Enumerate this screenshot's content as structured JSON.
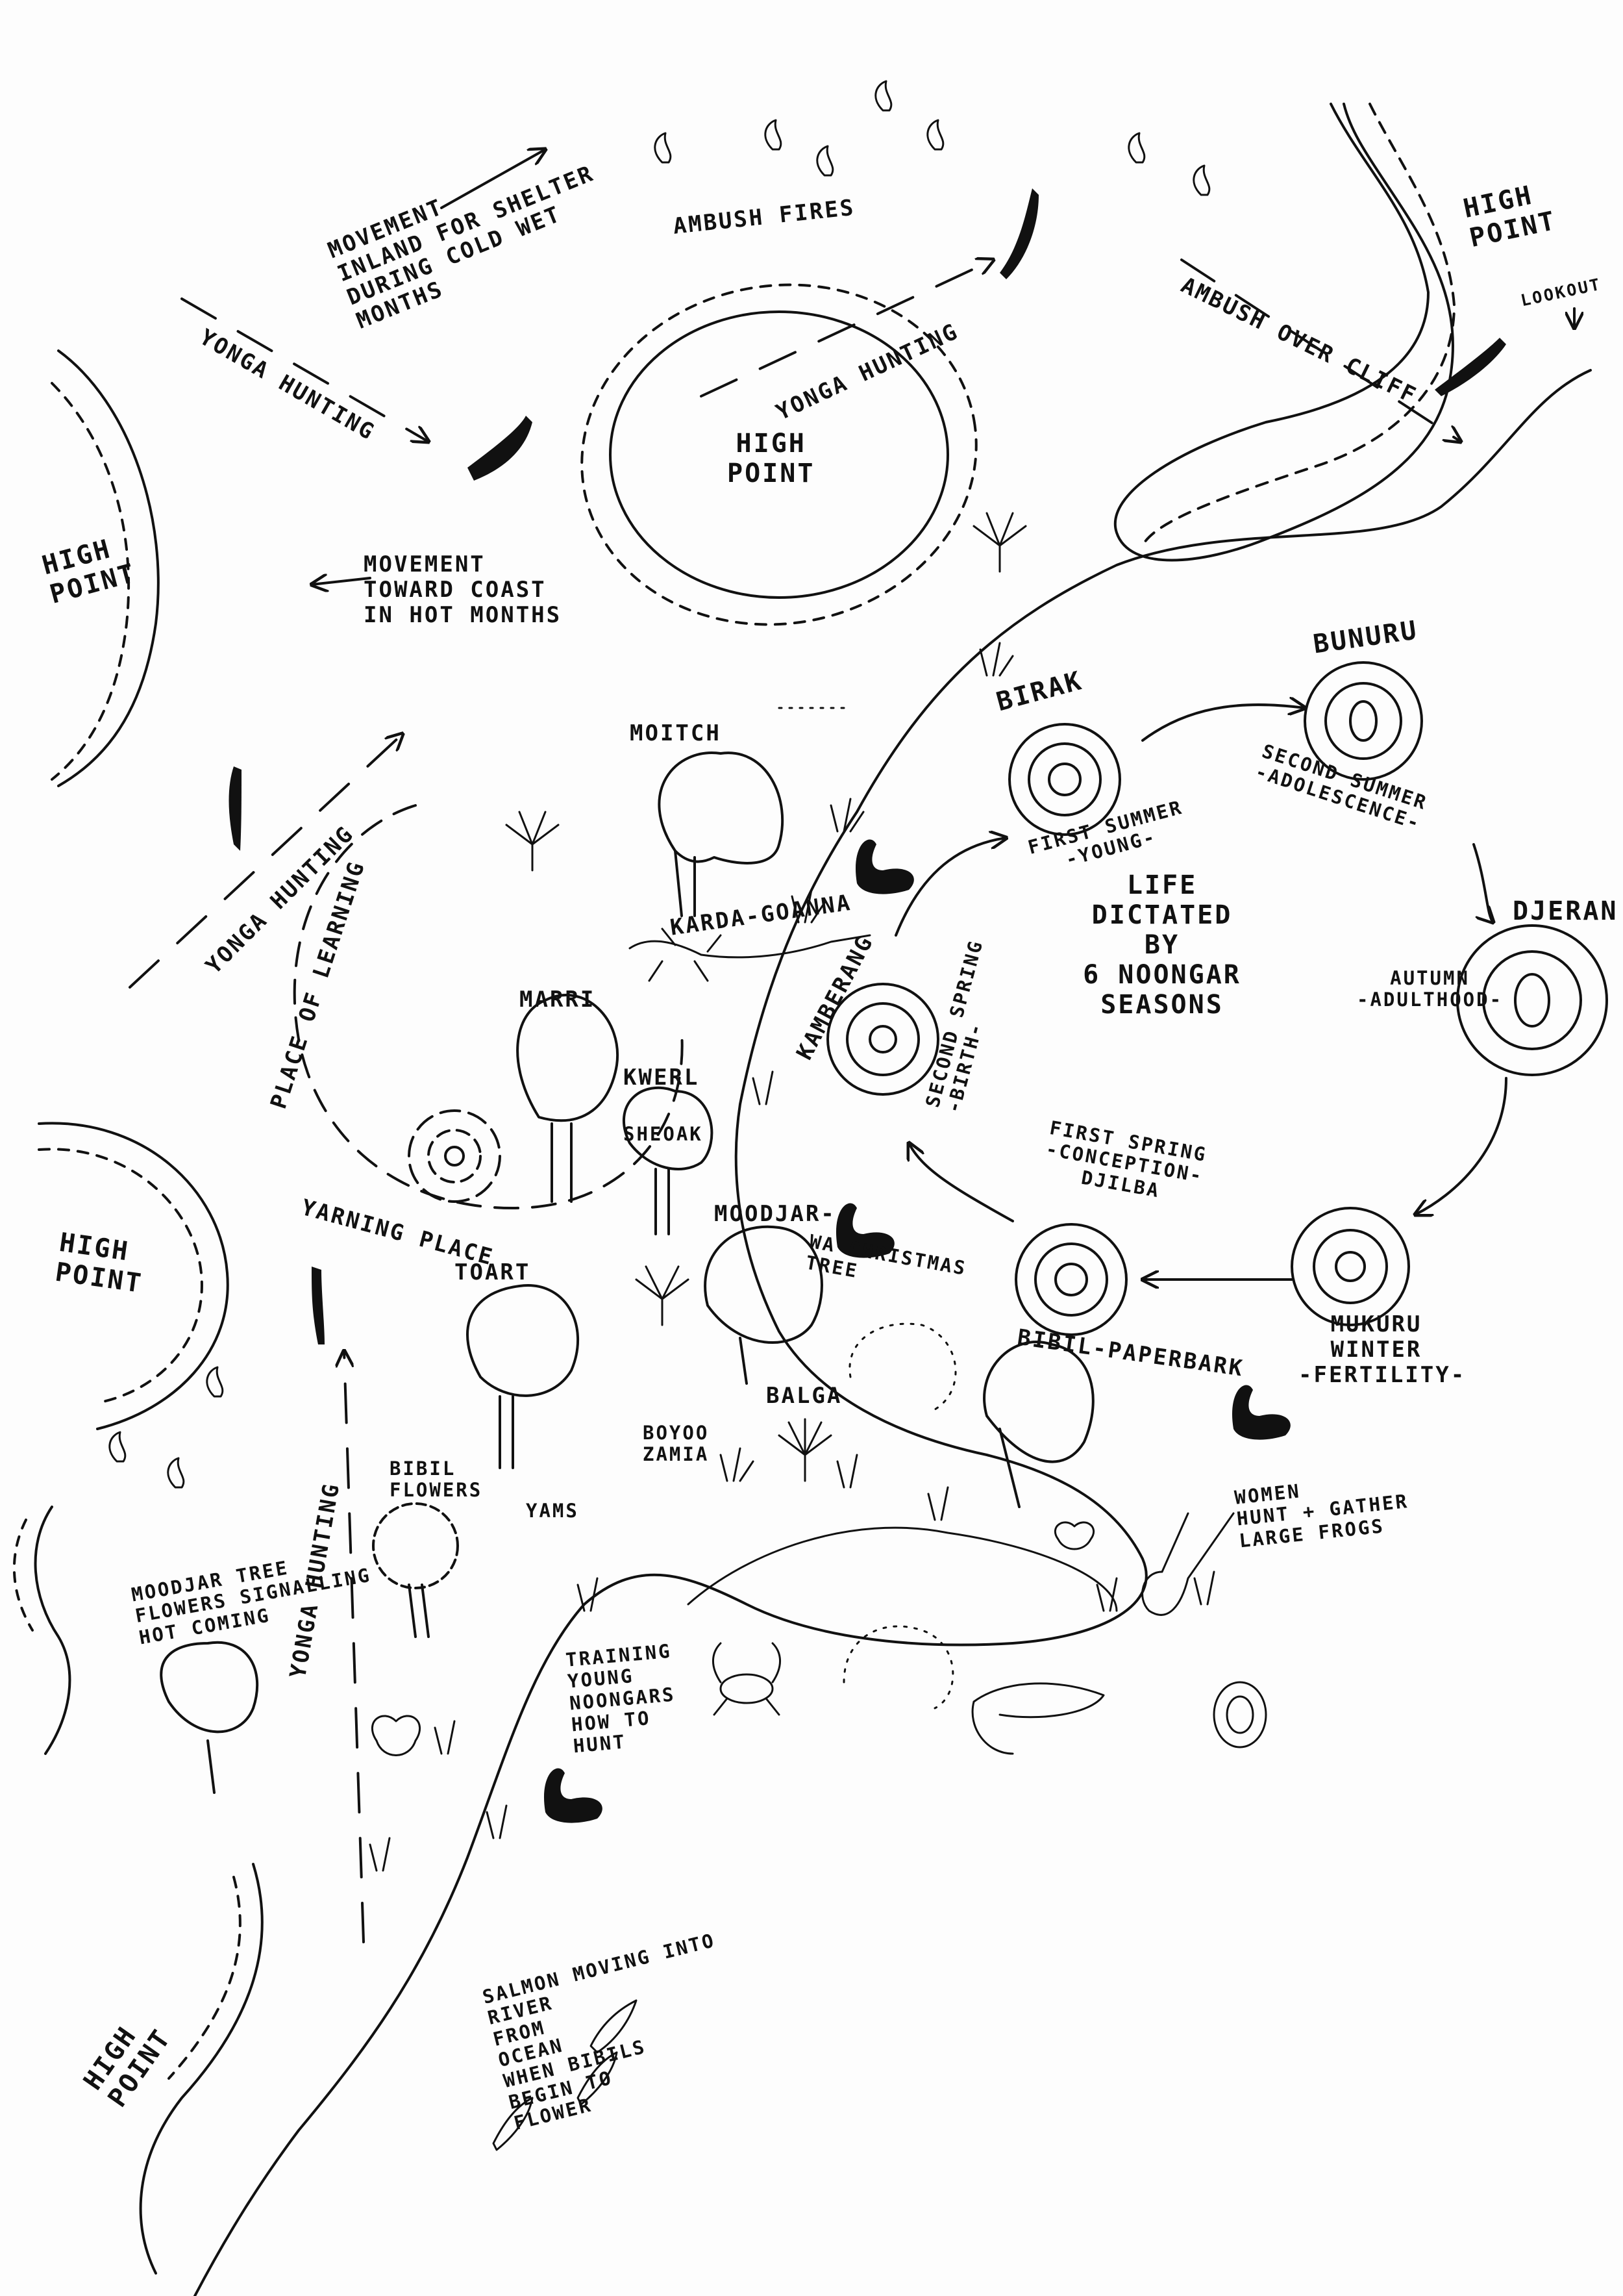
{
  "labels": {
    "movement_shelter": [
      "MOVEMENT",
      "INLAND FOR SHELTER",
      "DURING COLD WET",
      "MONTHS"
    ],
    "ambush_fires": "AMBUSH FIRES",
    "high_point_ne": [
      "HIGH",
      "POINT"
    ],
    "lookout": "LOOKOUT",
    "ambush_cliff": "AMBUSH OVER CLIFF",
    "yonga_hunting_nw": "YONGA HUNTING",
    "yonga_hunting_center": "YONGA HUNTING",
    "high_point_center": [
      "HIGH",
      "POINT"
    ],
    "high_point_w": [
      "HIGH",
      "POINT"
    ],
    "movement_coast": [
      "MOVEMENT",
      "TOWARD COAST",
      "IN HOT MONTHS"
    ],
    "moitch": "MOITCH",
    "karda": "KARDA-GOANNA",
    "yonga_hunting_w": "YONGA HUNTING",
    "place_of_learning": "PLACE OF LEARNING",
    "marri": "MARRI",
    "kwerl": "KWERL",
    "sheoak": "SHEOAK",
    "yarning_place": "YARNING PLACE",
    "high_point_sw": [
      "HIGH",
      "POINT"
    ],
    "moodjar": "MOODJAR-",
    "wa_christmas": [
      "WA CHRISTMAS",
      "TREE"
    ],
    "toart": "TOART",
    "balga": "BALGA",
    "boyoo": [
      "BOYOO",
      "ZAMIA"
    ],
    "bibil_paperbark": "BIBIL-PAPERBARK",
    "bibil_flowers": [
      "BIBIL",
      "FLOWERS"
    ],
    "yams": "YAMS",
    "yonga_hunting_sw": "YONGA HUNTING",
    "moodjar_tree": [
      "MOODJAR TREE",
      "FLOWERS SIGNALLING",
      "HOT COMING"
    ],
    "training": [
      "TRAINING",
      "YOUNG",
      "NOONGARS",
      "HOW TO",
      "HUNT"
    ],
    "women": [
      "WOMEN",
      "HUNT + GATHER",
      "LARGE FROGS"
    ],
    "salmon": [
      "SALMON MOVING INTO",
      "RIVER",
      "FROM",
      "OCEAN",
      "WHEN BIBILS",
      "BEGIN TO",
      "FLOWER"
    ],
    "high_point_bottom": [
      "HIGH",
      "POINT"
    ]
  },
  "seasons": {
    "title": [
      "LIFE",
      "DICTATED",
      "BY",
      "6 NOONGAR",
      "SEASONS"
    ],
    "birak": {
      "name": "BIRAK",
      "desc": [
        "FIRST SUMMER",
        "-YOUNG-"
      ]
    },
    "bunuru": {
      "name": "BUNURU",
      "desc": [
        "SECOND SUMMER",
        "-ADOLESCENCE-"
      ]
    },
    "djeran": {
      "name": "DJERAN",
      "desc": [
        "AUTUMN",
        "-ADULTHOOD-"
      ]
    },
    "makuru": {
      "name": "MUKURU",
      "desc": [
        "WINTER",
        "-FERTILITY-"
      ]
    },
    "djilba": {
      "name": "DJILBA",
      "desc": [
        "FIRST SPRING",
        "-CONCEPTION-"
      ]
    },
    "kambarang": {
      "name": "KAMBERANG",
      "desc": [
        "SECOND SPRING",
        "-BIRTH-"
      ]
    }
  },
  "colors": {
    "ink": "#111111",
    "paper": "#fdfdfd"
  }
}
